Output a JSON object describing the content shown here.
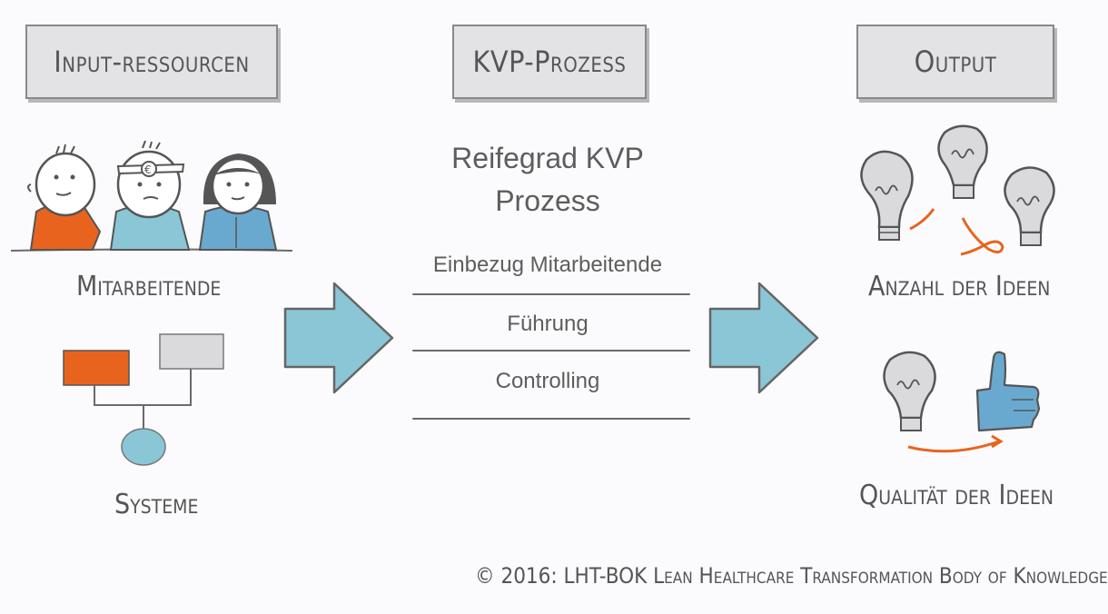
{
  "headers": {
    "input": "Input-ressourcen",
    "process": "KVP-Prozess",
    "output": "Output"
  },
  "input": {
    "people_label": "Mitarbeitende",
    "systems_label": "Systeme"
  },
  "process": {
    "title_line1": "Reifegrad KVP",
    "title_line2": "Prozess",
    "items": [
      "Einbezug Mitarbeitende",
      "Führung",
      "Controlling"
    ]
  },
  "output": {
    "quantity_label": "Anzahl der Ideen",
    "quality_label": "Qualität der Ideen"
  },
  "footer": "© 2016: LHT-BOK Lean Healthcare Transformation Body of Knowledge",
  "colors": {
    "orange": "#e8641e",
    "blue": "#8ac6d6",
    "gray_box": "#dadadc",
    "thumb_blue": "#6aa9cf"
  }
}
